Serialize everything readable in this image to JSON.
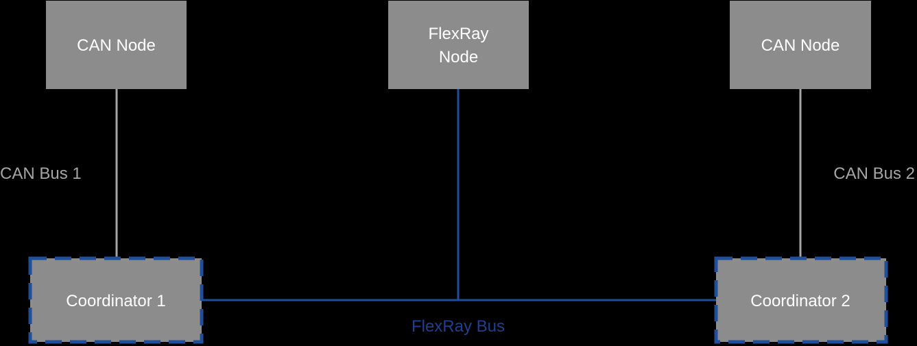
{
  "diagram": {
    "nodes": {
      "can_node_left": "CAN Node",
      "flexray_node_line1": "FlexRay",
      "flexray_node_line2": "Node",
      "can_node_right": "CAN Node",
      "coordinator_1": "Coordinator 1",
      "coordinator_2": "Coordinator 2"
    },
    "buses": {
      "can_bus_1": "CAN Bus 1",
      "can_bus_2": "CAN Bus 2",
      "flexray_bus": "FlexRay Bus"
    },
    "colors": {
      "background": "#000000",
      "node_fill": "#8c8c8c",
      "node_text": "#ffffff",
      "can_line": "#a6a6a6",
      "can_label": "#a6a6a6",
      "flexray_line": "#1f4e9a",
      "flexray_label": "#1f3f8f",
      "coordinator_border": "#1f4e9a"
    }
  }
}
